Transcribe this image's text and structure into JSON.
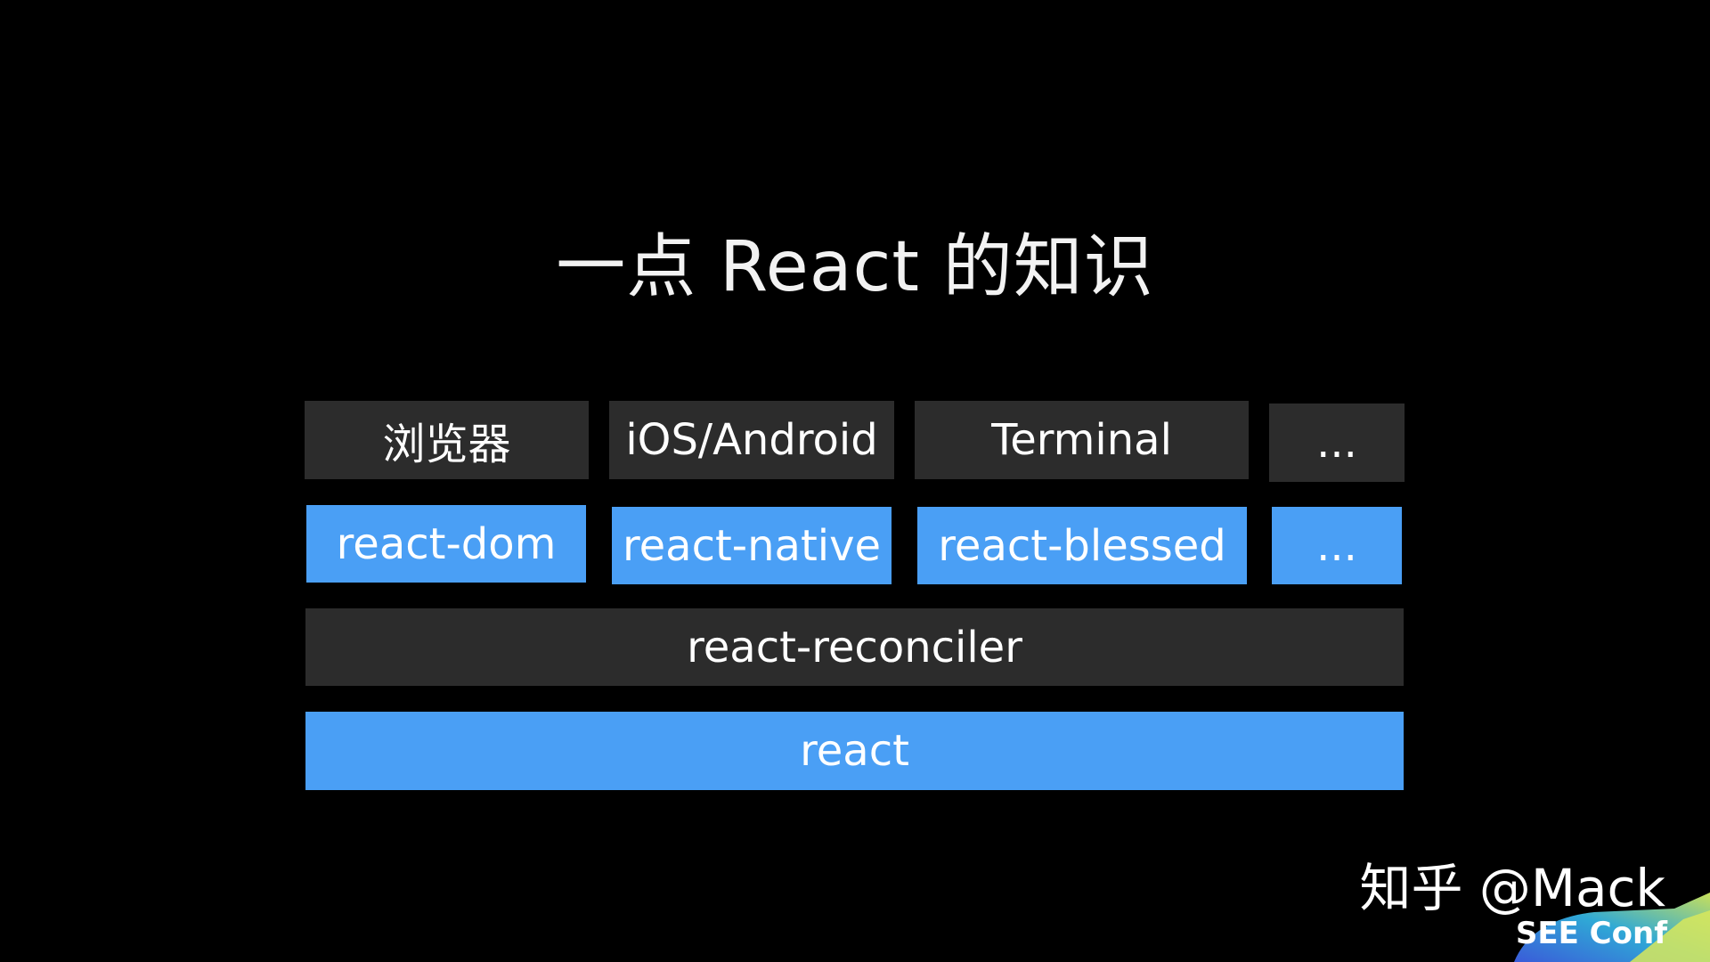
{
  "title": "一点 React 的知识",
  "rows": {
    "platforms": [
      "浏览器",
      "iOS/Android",
      "Terminal",
      "..."
    ],
    "renderers": [
      "react-dom",
      "react-native",
      "react-blessed",
      "..."
    ],
    "reconciler": "react-reconciler",
    "core": "react"
  },
  "watermark": {
    "credit": "知乎 @Mack",
    "logo_text": "SEE Conf"
  },
  "colors": {
    "background": "#000000",
    "dark_box": "#2c2c2c",
    "blue_box": "#4a9ff5",
    "text": "#ffffff"
  }
}
